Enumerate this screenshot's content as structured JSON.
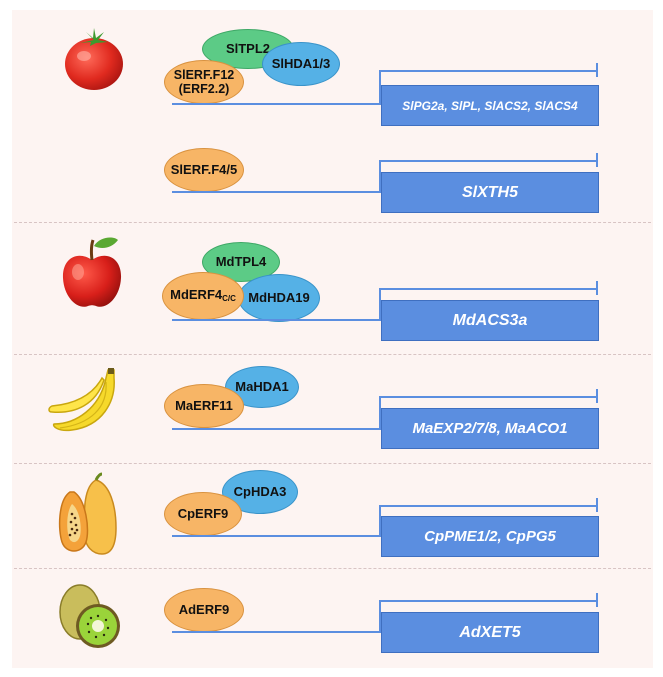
{
  "rows": [
    {
      "fruit_icon": "tomato-icon",
      "proteins": {
        "erf": "SlERF.F12",
        "erf_line2": "(ERF2.2)",
        "tpl": "SlTPL2",
        "hda": "SlHDA1/3"
      },
      "targets": "SlPG2a, SlPL, SlACS2, SlACS4"
    },
    {
      "proteins": {
        "erf": "SlERF.F4/5"
      },
      "targets": "SlXTH5"
    },
    {
      "fruit_icon": "apple-icon",
      "proteins": {
        "erf": "MdERF4",
        "erf_sub": "C/C",
        "tpl": "MdTPL4",
        "hda": "MdHDA19"
      },
      "targets": "MdACS3a"
    },
    {
      "fruit_icon": "banana-icon",
      "proteins": {
        "erf": "MaERF11",
        "hda": "MaHDA1"
      },
      "targets": "MaEXP2/7/8, MaACO1"
    },
    {
      "fruit_icon": "papaya-icon",
      "proteins": {
        "erf": "CpERF9",
        "hda": "CpHDA3"
      },
      "targets": "CpPME1/2, CpPG5"
    },
    {
      "fruit_icon": "kiwi-icon",
      "proteins": {
        "erf": "AdERF9"
      },
      "targets": "AdXET5"
    }
  ],
  "colors": {
    "background": "#fdf4f2",
    "gene_box": "#5b8ee0",
    "erf_oval": "#f7b566",
    "tpl_oval": "#5ccb86",
    "hda_oval": "#55b1e6"
  }
}
